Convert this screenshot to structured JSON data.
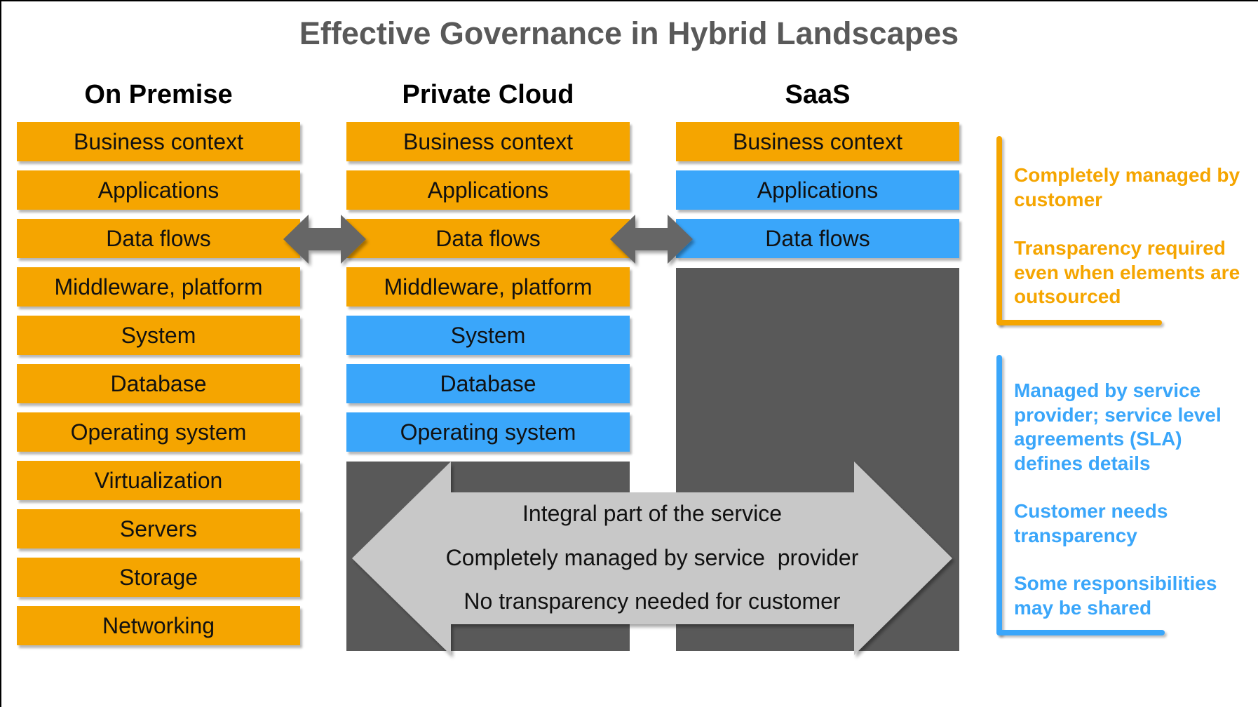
{
  "title": "Effective Governance in Hybrid Landscapes",
  "columns": [
    {
      "heading": "On Premise",
      "layers": [
        {
          "label": "Business context",
          "color": "orange"
        },
        {
          "label": "Applications",
          "color": "orange"
        },
        {
          "label": "Data flows",
          "color": "orange"
        },
        {
          "label": "Middleware, platform",
          "color": "orange"
        },
        {
          "label": "System",
          "color": "orange"
        },
        {
          "label": "Database",
          "color": "orange"
        },
        {
          "label": "Operating system",
          "color": "orange"
        },
        {
          "label": "Virtualization",
          "color": "orange"
        },
        {
          "label": "Servers",
          "color": "orange"
        },
        {
          "label": "Storage",
          "color": "orange"
        },
        {
          "label": "Networking",
          "color": "orange"
        }
      ]
    },
    {
      "heading": "Private Cloud",
      "layers": [
        {
          "label": "Business context",
          "color": "orange"
        },
        {
          "label": "Applications",
          "color": "orange"
        },
        {
          "label": "Data flows",
          "color": "orange"
        },
        {
          "label": "Middleware, platform",
          "color": "orange"
        },
        {
          "label": "System",
          "color": "blue"
        },
        {
          "label": "Database",
          "color": "blue"
        },
        {
          "label": "Operating system",
          "color": "blue"
        }
      ]
    },
    {
      "heading": "SaaS",
      "layers": [
        {
          "label": "Business context",
          "color": "orange"
        },
        {
          "label": "Applications",
          "color": "blue"
        },
        {
          "label": "Data flows",
          "color": "blue"
        }
      ]
    }
  ],
  "service_arrow": {
    "lines": [
      "Integral part of the service",
      "Completely managed by service  provider",
      "No transparency needed for customer"
    ]
  },
  "legend": {
    "customer": {
      "color": "#F5A500",
      "lines": [
        "Completely managed by customer",
        "Transparency required even when elements are outsourced"
      ]
    },
    "provider": {
      "color": "#3AA6FA",
      "lines": [
        "Managed by service provider; service level agreements (SLA) defines details",
        "Customer needs transparency",
        "Some responsibilities may be shared"
      ]
    }
  },
  "colors": {
    "orange": "#F5A500",
    "blue": "#3AA6FA",
    "dark": "#595959",
    "arrow": "#C8C8C8"
  }
}
